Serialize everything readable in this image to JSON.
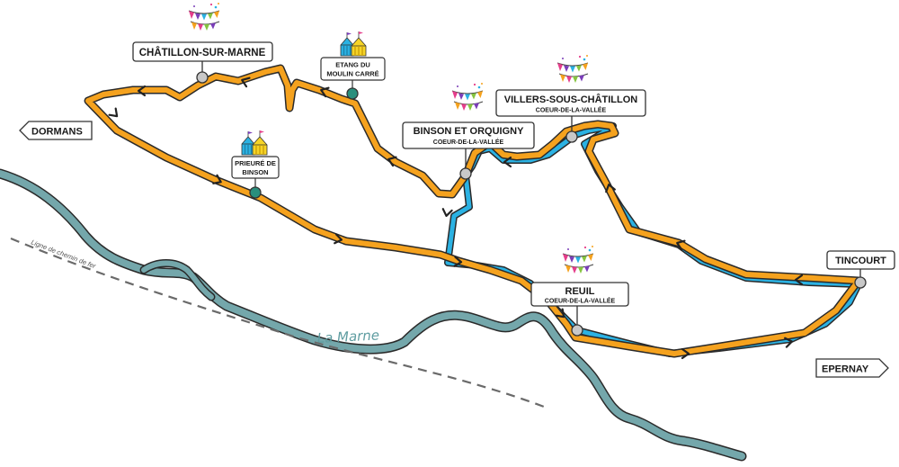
{
  "colors": {
    "river": "#74a7ab",
    "route_orange": "#f5a21e",
    "route_blue": "#2bb2e3",
    "outline": "#2a2a2a",
    "marker_gray": "#c8c8c8",
    "marker_teal": "#2a8f7d"
  },
  "map": {
    "river_label": "La Marne",
    "railway_label": "Ligne de chemin de fer",
    "directions": {
      "dormans": "DORMANS",
      "epernay": "EPERNAY"
    },
    "villages": {
      "chatillon": {
        "name": "CHÂTILLON-SUR-MARNE"
      },
      "villers": {
        "name": "VILLERS-SOUS-CHÂTILLON",
        "sub": "COEUR-DE-LA-VALLÉE"
      },
      "binson": {
        "name": "BINSON ET ORQUIGNY",
        "sub": "COEUR-DE-LA-VALLÉE"
      },
      "reuil": {
        "name": "REUIL",
        "sub": "COEUR-DE-LA-VALLÉE"
      },
      "tincourt": {
        "name": "TINCOURT"
      }
    },
    "sites": {
      "etang": {
        "line1": "ETANG DU",
        "line2": "MOULIN CARRÉ"
      },
      "prieure": {
        "line1": "PRIEURÉ DE",
        "line2": "BINSON"
      }
    },
    "icons": {
      "bunting": "bunting-icon",
      "tent": "tent-icon"
    }
  }
}
